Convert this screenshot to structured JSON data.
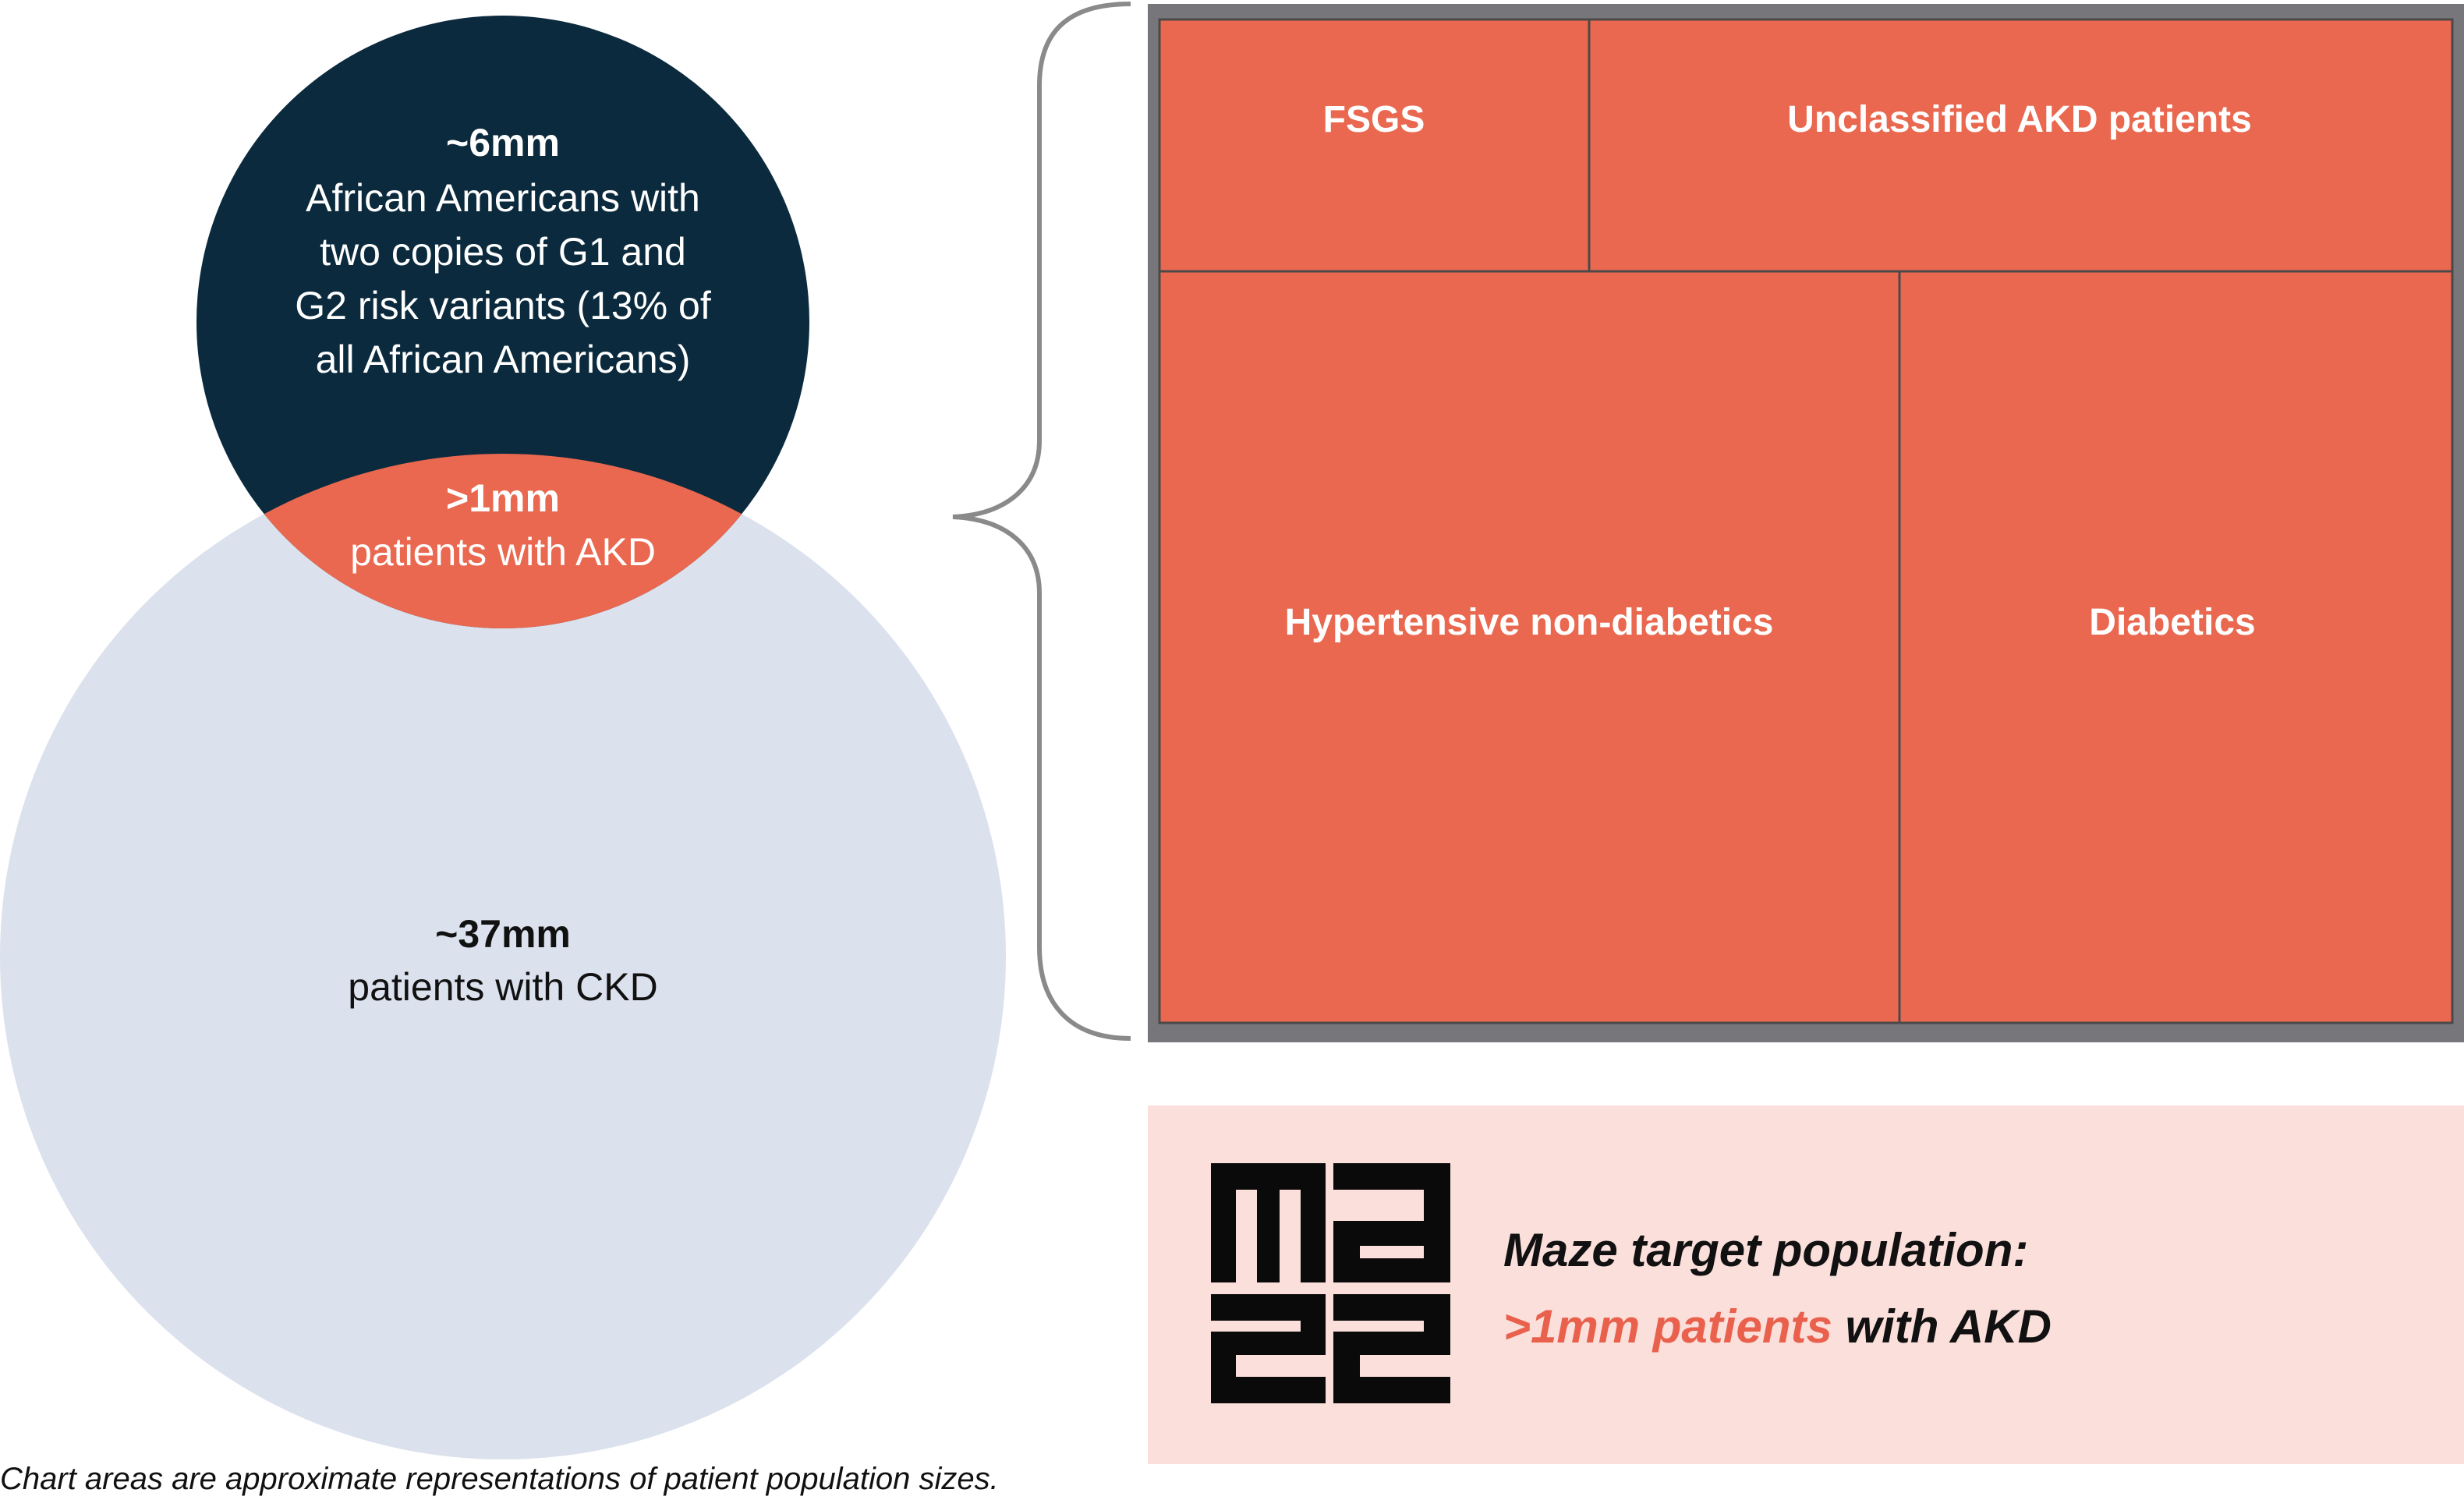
{
  "colors": {
    "navy": "#0b2a3d",
    "coral": "#e9684f",
    "light_blue": "#dbe1ed",
    "pink_bg": "#fbdfdb",
    "gray_border": "#77767b",
    "bracket": "#8a8a8a"
  },
  "venn": {
    "top_circle": {
      "value": "~6mm",
      "lines": [
        "African Americans with",
        "two copies of G1 and",
        "G2 risk variants (13% of",
        "all African Americans)"
      ]
    },
    "overlap": {
      "value": ">1mm",
      "label": "patients with AKD"
    },
    "bottom_circle": {
      "value": "~37mm",
      "label": "patients with CKD"
    }
  },
  "treemap": {
    "cells": [
      {
        "id": "fsgs",
        "label": "FSGS"
      },
      {
        "id": "unclassified",
        "label": "Unclassified AKD patients"
      },
      {
        "id": "hypertensive",
        "label": "Hypertensive non-diabetics"
      },
      {
        "id": "diabetics",
        "label": "Diabetics"
      }
    ]
  },
  "callout": {
    "logo_icon": "maze-logo",
    "line1": "Maze target population:",
    "line2_accent": ">1mm patients",
    "line2_rest": " with AKD"
  },
  "footnote": "Chart areas are approximate representations of patient population sizes."
}
